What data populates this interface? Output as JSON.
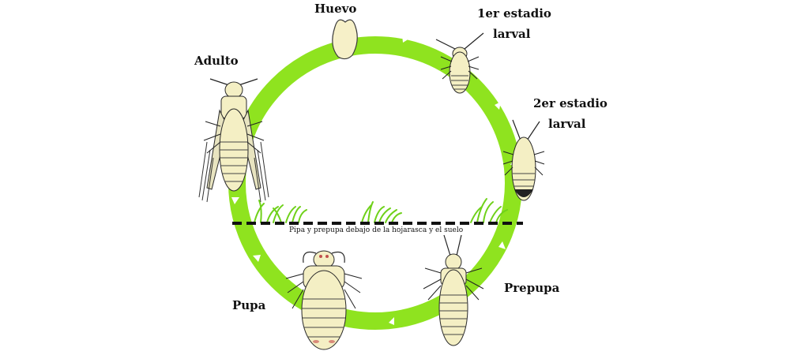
{
  "labels": {
    "egg": "Huevo",
    "larva1_line1": "1er estadio",
    "larva1_line2": "larval",
    "larva2_line1": "2er estadio",
    "larva2_line2": "larval",
    "adult": "Adulto",
    "prepupa": "Prepupa",
    "pupa": "Pupa",
    "ground_note": "Pipa y prepupa debajo de la hojarasca y el suelo"
  },
  "colors": {
    "cycle_ring": "#8fe31f",
    "arrow": "#ffffff",
    "ground_line": "#111111",
    "grass": "#86e020",
    "insect_body": "#f4efc4",
    "insect_outline": "#2a2a2a"
  },
  "icons": [
    "egg-icon",
    "larva-icon",
    "adult-insect-icon",
    "prepupa-icon",
    "pupa-icon",
    "grass-icon",
    "cycle-arrow-icon"
  ]
}
